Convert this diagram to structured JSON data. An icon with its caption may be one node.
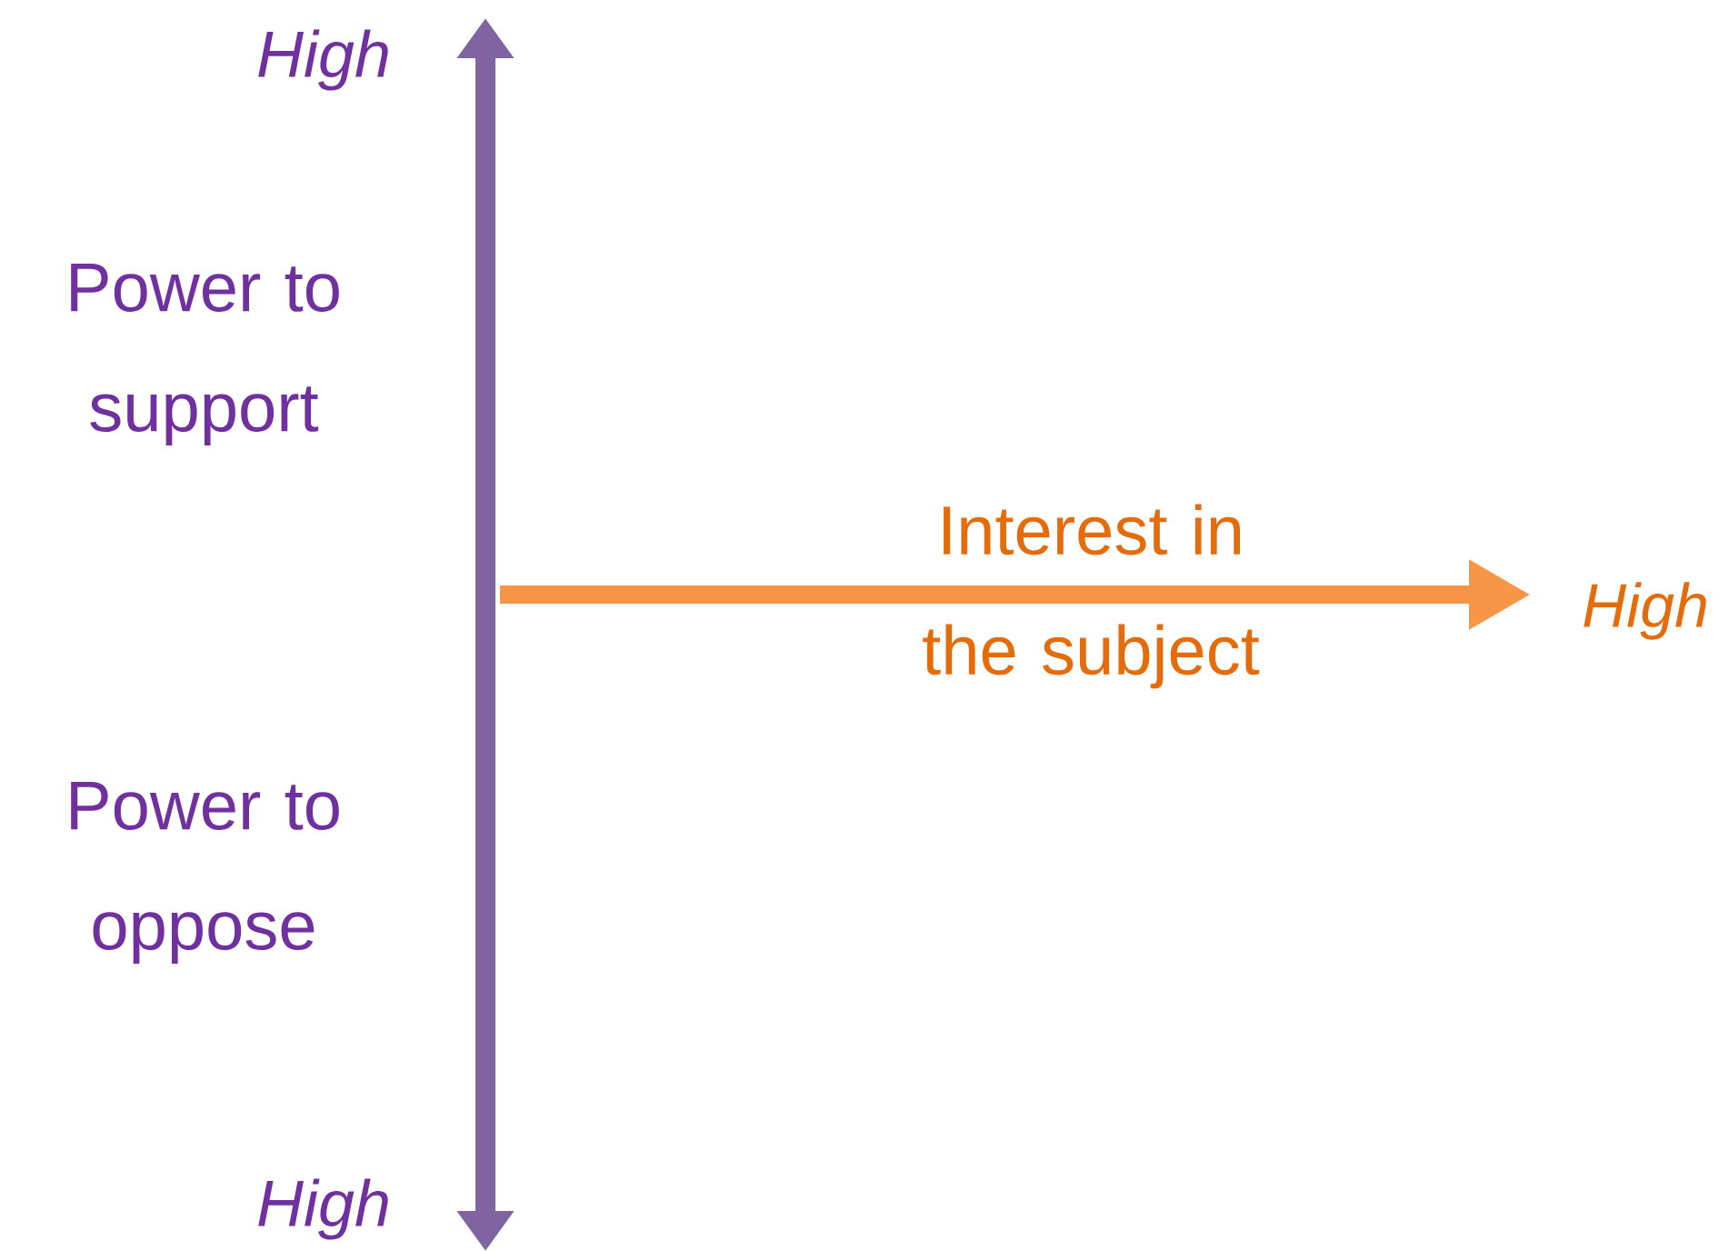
{
  "diagram": {
    "labels": [
      "High",
      "Power to support",
      "Interest in the subject",
      "High",
      "Power to oppose",
      "High"
    ]
  }
}
